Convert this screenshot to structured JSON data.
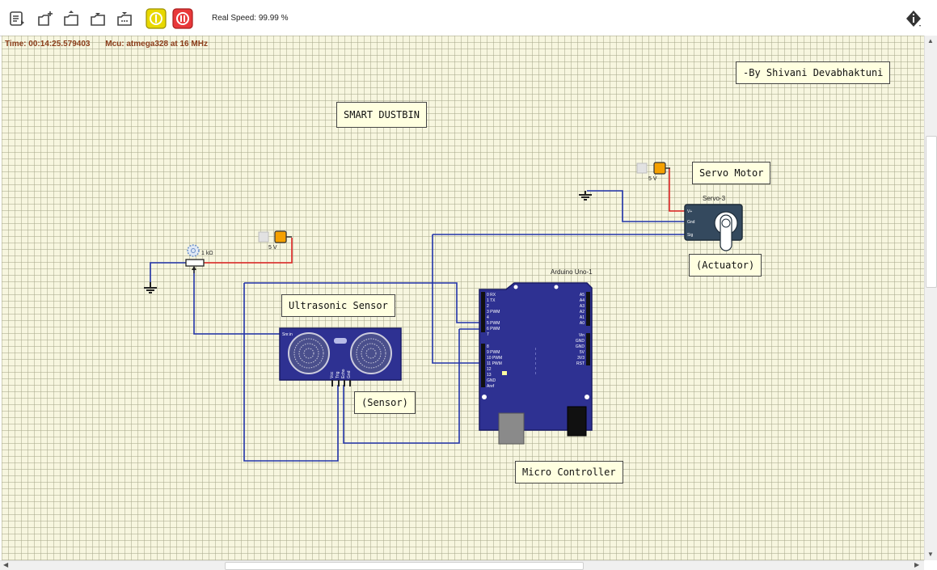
{
  "toolbar": {
    "buttons": [
      {
        "name": "circuit-menu-icon"
      },
      {
        "name": "new-circuit-icon"
      },
      {
        "name": "open-circuit-icon"
      },
      {
        "name": "save-circuit-icon"
      },
      {
        "name": "save-as-icon"
      },
      {
        "name": "pause-simulation-icon"
      },
      {
        "name": "stop-simulation-icon"
      }
    ],
    "speed_label": "Real Speed: 99.99 %",
    "info_icon": "info-icon"
  },
  "status": {
    "time": "Time: 00:14:25.579403",
    "mcu": "Mcu: atmega328 at 16 MHz"
  },
  "labels": {
    "author": "-By Shivani Devabhaktuni",
    "title": "SMART DUSTBIN",
    "servo_motor": "Servo Motor",
    "actuator": "(Actuator)",
    "ultrasonic": "Ultrasonic Sensor",
    "sensor": "(Sensor)",
    "micro": "Micro Controller"
  },
  "components": {
    "arduino_name": "Arduino Uno-1",
    "servo_name": "Servo-3",
    "pot_value": "1 kΩ",
    "supply_left": "5 V",
    "supply_right": "5 V",
    "servo_pins": [
      "V+",
      "Gnd",
      "Sig"
    ],
    "sonar_pins": [
      "Vcc",
      "Trig",
      "Echo",
      "Gnd"
    ],
    "sonar_input": "Snr.in",
    "arduino_left_pins": [
      "0 RX",
      "1 TX",
      "2",
      "3 PWM",
      "4",
      "5 PWM",
      "6 PWM",
      "7",
      "8",
      "9 PWM",
      "10 PWM",
      "11 PWM",
      "12",
      "13",
      "GND",
      "Aref"
    ],
    "arduino_right_pins": [
      "A5",
      "A4",
      "A3",
      "A2",
      "A1",
      "A0",
      "Vin",
      "GND",
      "GND",
      "5V",
      "3V3",
      "RST"
    ]
  },
  "colors": {
    "wire_blue": "#2233aa",
    "wire_red": "#dd2222",
    "board_blue": "#2e3192",
    "supply_orange": "#f5a000",
    "label_bg": "#ffffe0",
    "status_text": "#8b3d1a"
  }
}
